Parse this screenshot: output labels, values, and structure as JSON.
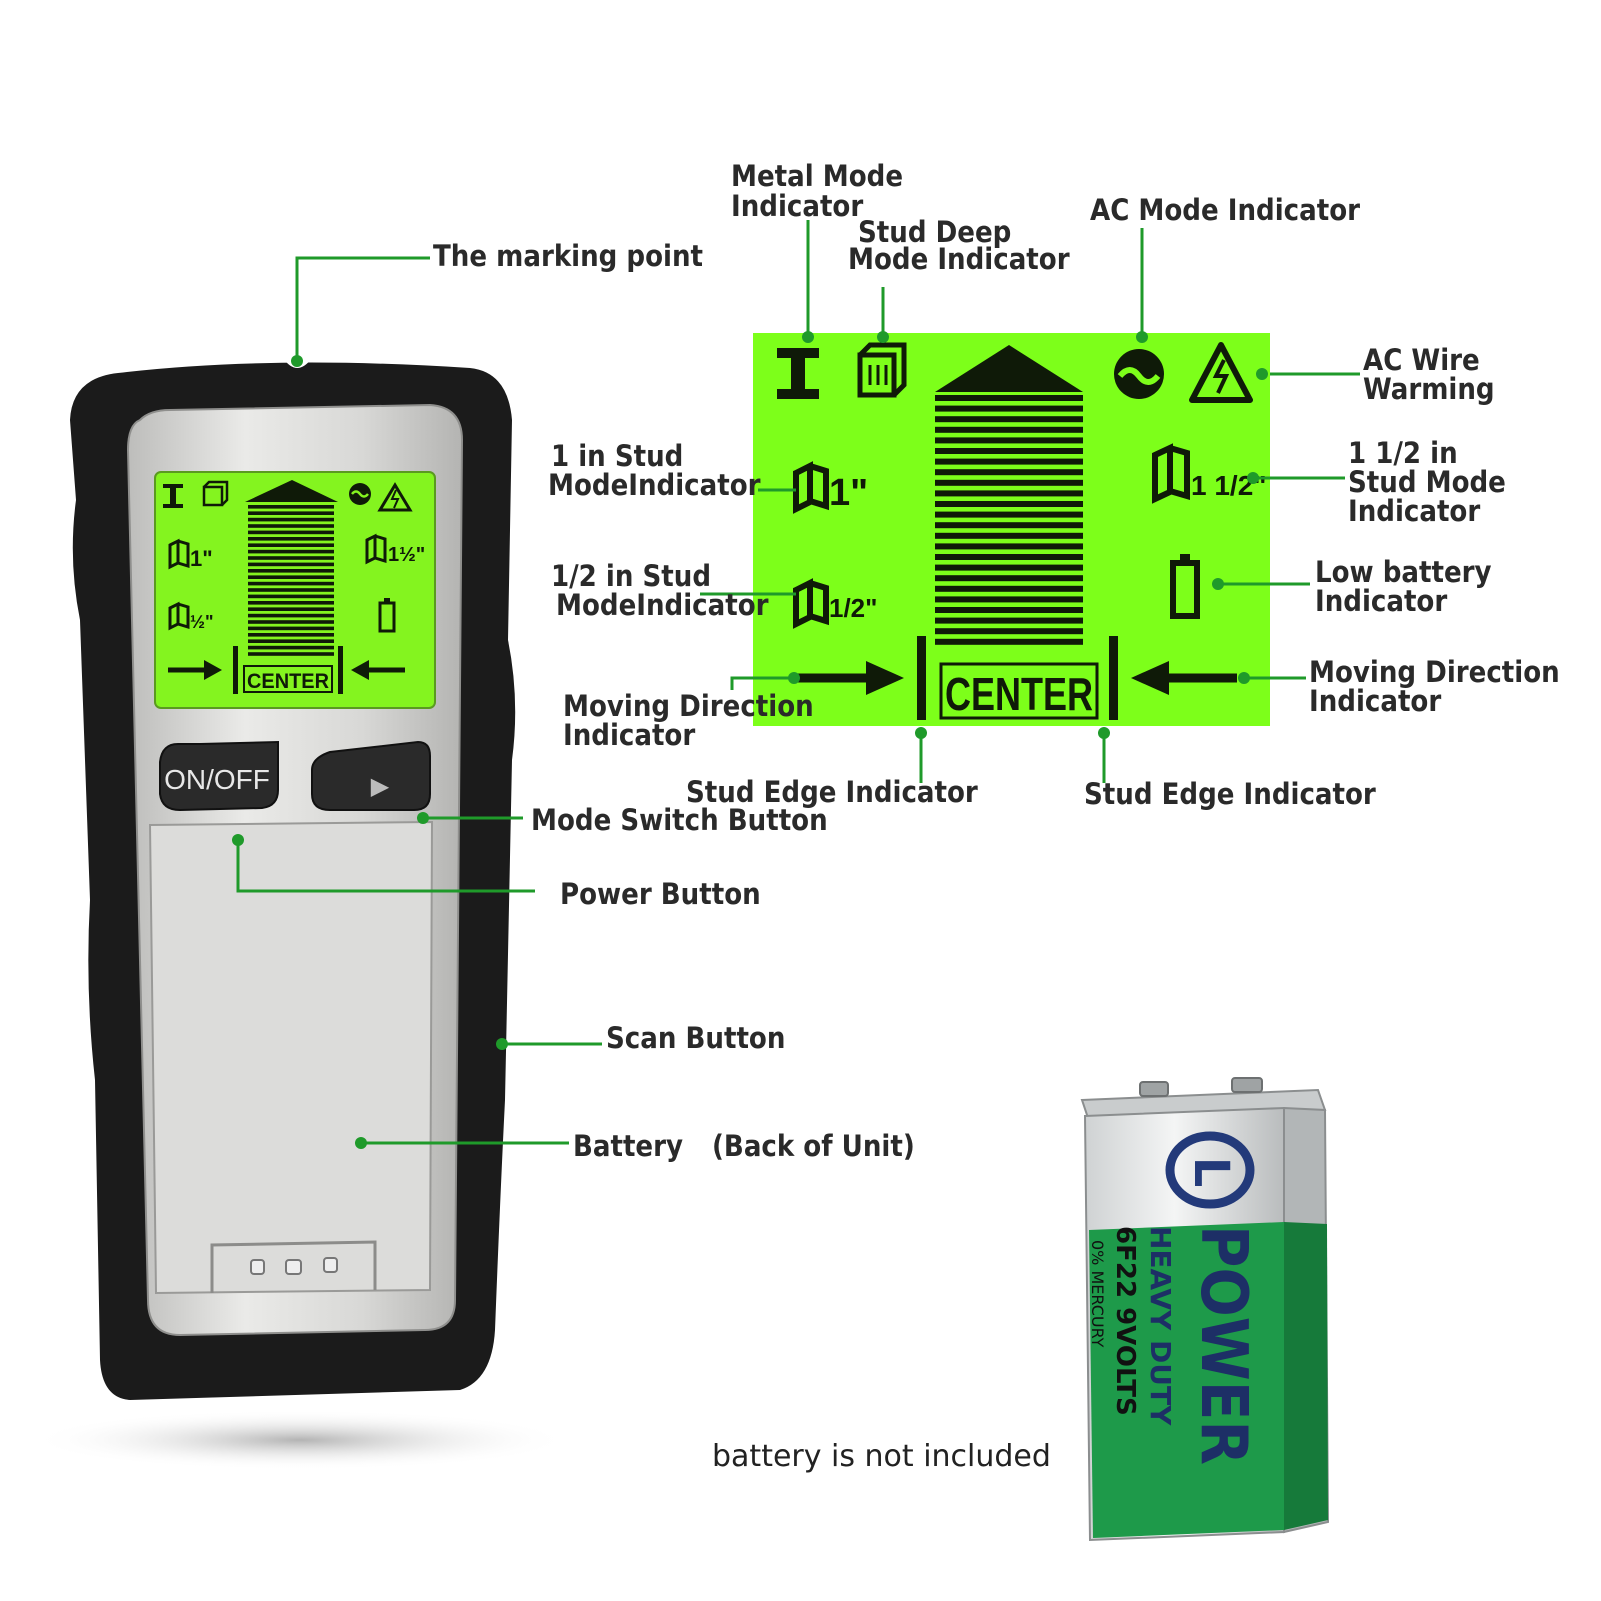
{
  "device": {
    "screen_center_label": "CENTER",
    "power_button_label": "ON/OFF",
    "mode_button_symbol": "▶",
    "lcd_green": "#7dff1a",
    "lcd_green_small": "#84f41f",
    "body_color": "#1b1b1b",
    "face_color": "#d4d4d2"
  },
  "screen_detail": {
    "center_label": "CENTER",
    "stud_1in": "1\"",
    "stud_half": "1/2\"",
    "stud_1half": "1 1/2\""
  },
  "labels": {
    "marking_point": "The marking point",
    "metal_mode": [
      "Metal Mode",
      "Indicator"
    ],
    "stud_deep": [
      "Stud Deep",
      "Mode Indicator"
    ],
    "ac_mode": "AC Mode Indicator",
    "ac_wire": [
      "AC Wire",
      "Warming"
    ],
    "stud_1in": [
      "1 in Stud",
      "ModeIndicator"
    ],
    "stud_1half": [
      "1 1/2 in",
      "Stud Mode",
      "Indicator"
    ],
    "stud_half": [
      "1/2 in Stud",
      "ModeIndicator"
    ],
    "low_battery": [
      "Low battery",
      "Indicator"
    ],
    "moving_dir_left": [
      "Moving Direction",
      "Indicator"
    ],
    "moving_dir_right": [
      "Moving Direction",
      "Indicator"
    ],
    "stud_edge_left": "Stud Edge Indicator",
    "stud_edge_right": "Stud Edge Indicator",
    "mode_switch": "Mode Switch Button",
    "power_button": "Power Button",
    "scan_button": "Scan Button",
    "battery": "Battery　(Back of Unit)",
    "battery_note": "battery is not included"
  },
  "battery_product": {
    "brand": "POWER",
    "line1": "HEAVY DUTY",
    "line2": "6F22 9VOLTS",
    "line3": "0% MERCURY",
    "logo_letter": "L",
    "accent": "#1e9a4a"
  },
  "colors": {
    "leader": "#1f9a2a"
  }
}
